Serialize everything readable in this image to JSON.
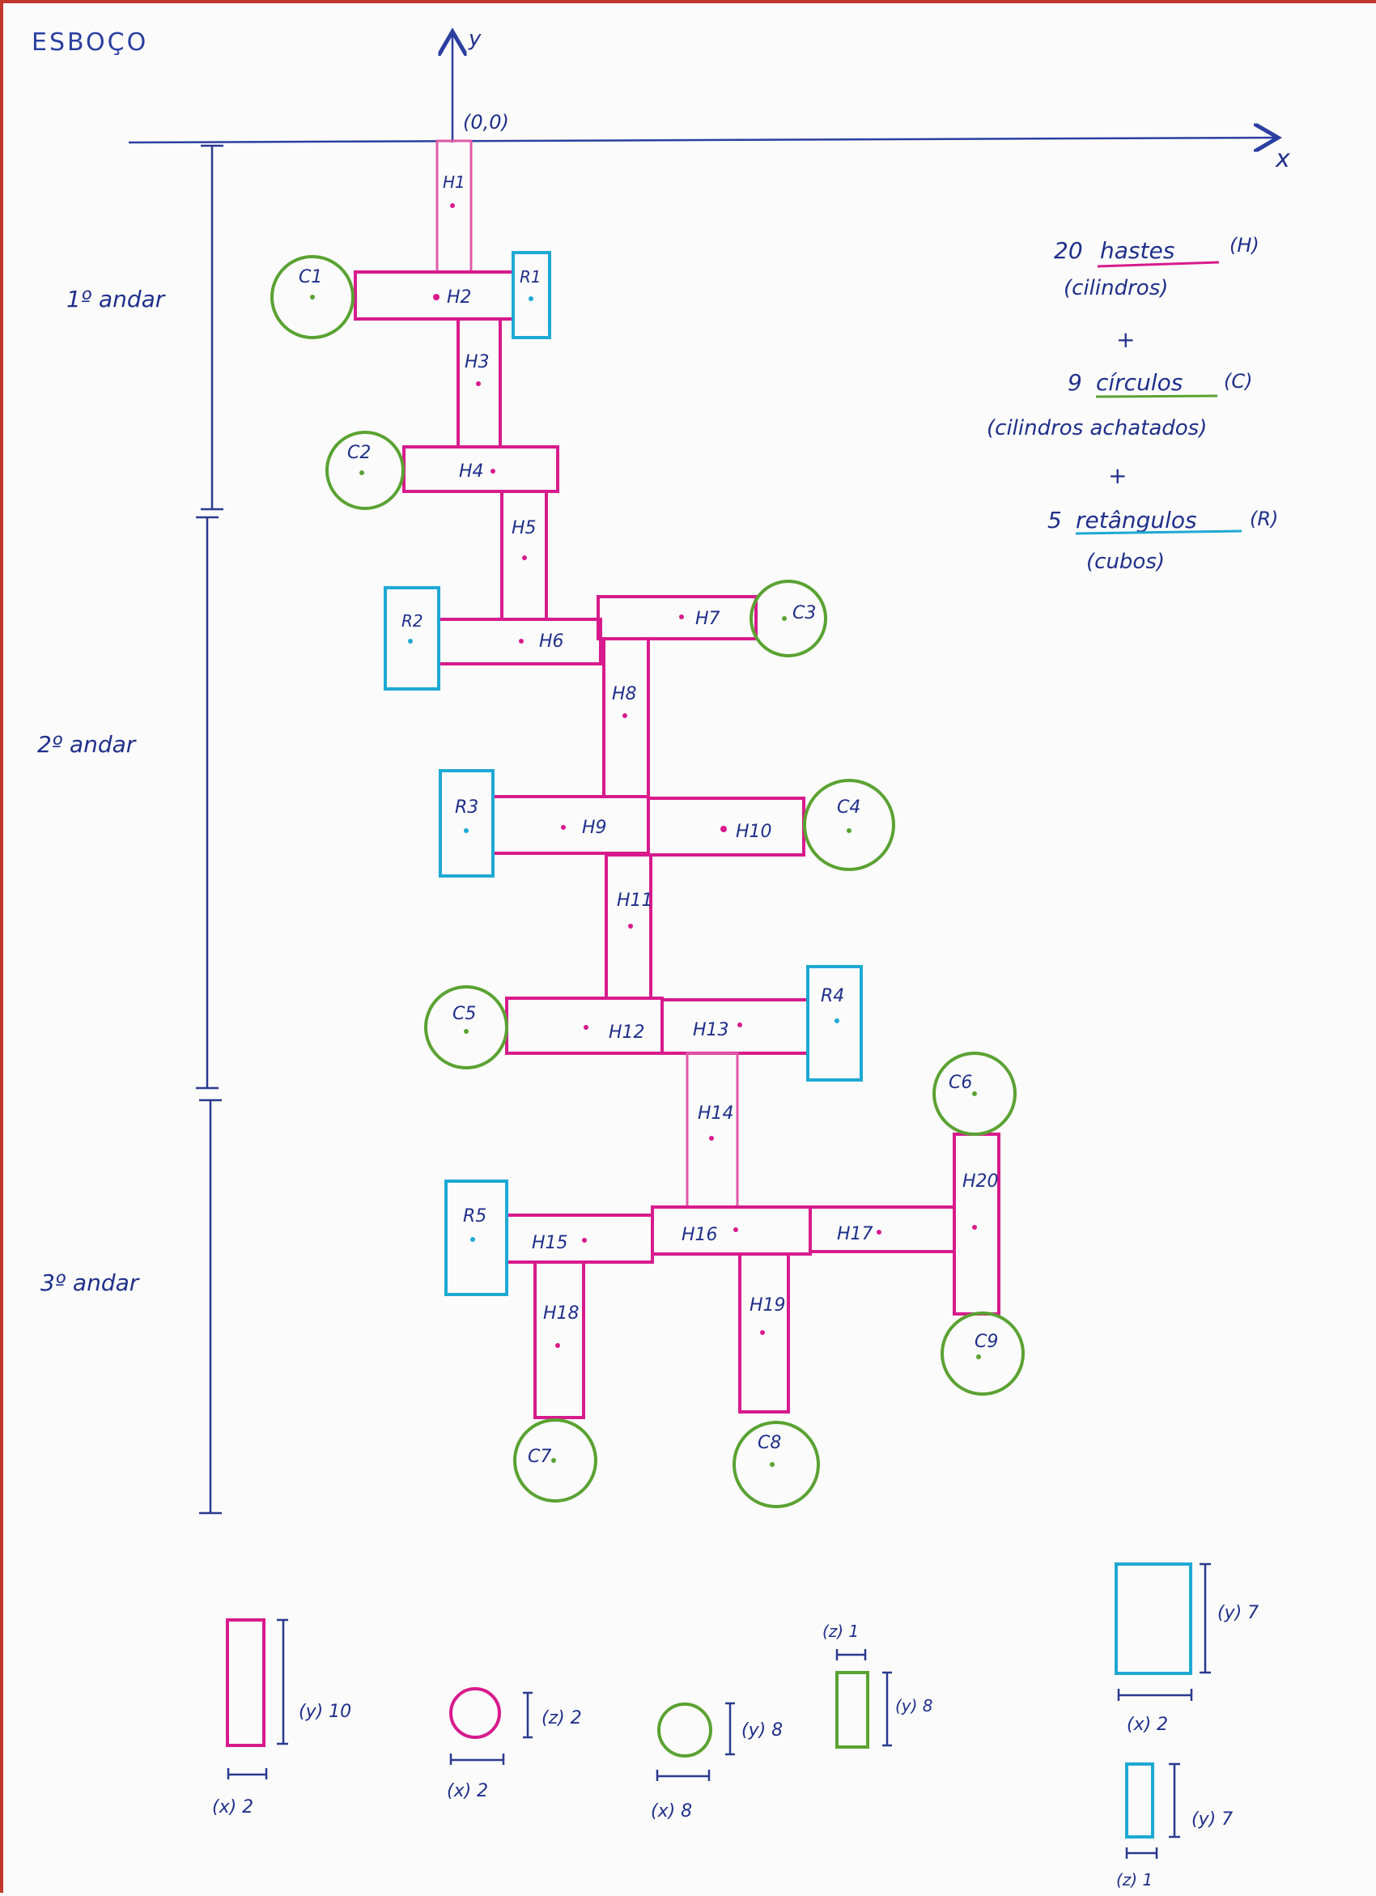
{
  "title": "ESBOÇO",
  "axes": {
    "y_label": "y",
    "x_label": "x",
    "origin_label": "(0,0)"
  },
  "floors": [
    {
      "label": "1º andar"
    },
    {
      "label": "2º andar"
    },
    {
      "label": "3º andar"
    }
  ],
  "summary": {
    "hastes": {
      "count": "20",
      "word": "hastes",
      "code": "(H)",
      "sub": "(cilindros)"
    },
    "plus1": "+",
    "circulos": {
      "count": "9",
      "word": "círculos",
      "code": "(C)",
      "sub": "(cilindros achatados)"
    },
    "plus2": "+",
    "retangulos": {
      "count": "5",
      "word": "retângulos",
      "code": "(R)",
      "sub": "(cubos)"
    }
  },
  "rods": [
    "H1",
    "H2",
    "H3",
    "H4",
    "H5",
    "H6",
    "H7",
    "H8",
    "H9",
    "H10",
    "H11",
    "H12",
    "H13",
    "H14",
    "H15",
    "H16",
    "H17",
    "H18",
    "H19",
    "H20"
  ],
  "circles": [
    "C1",
    "C2",
    "C3",
    "C4",
    "C5",
    "C6",
    "C7",
    "C8",
    "C9"
  ],
  "rects": [
    "R1",
    "R2",
    "R3",
    "R4",
    "R5"
  ],
  "legend": {
    "rod": {
      "y": "(y) 10",
      "x": "(x) 2"
    },
    "small_circle": {
      "z": "(z) 2",
      "x": "(x) 2"
    },
    "big_circle": {
      "y": "(y) 8",
      "x": "(x) 8"
    },
    "circle_side": {
      "z": "(z) 1",
      "y": "(y) 8"
    },
    "square": {
      "y": "(y) 7",
      "x": "(x) 2"
    },
    "rect_side": {
      "y": "(y) 7",
      "z": "(z) 1"
    }
  },
  "colors": {
    "rod": "#d81b8c",
    "circle": "#5aa332",
    "rect": "#1ea8d4",
    "ink": "#1f2f8a",
    "border": "#c0392b"
  }
}
